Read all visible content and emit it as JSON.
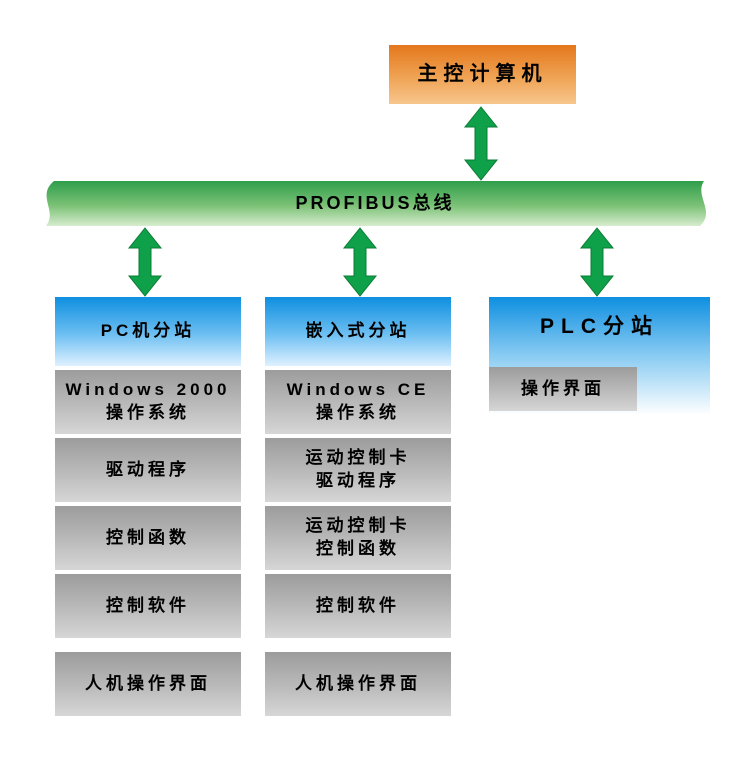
{
  "master": {
    "label": "主控计算机"
  },
  "bus": {
    "label": "PROFIBUS总线"
  },
  "columns": [
    {
      "header": "PC机分站",
      "items": [
        "Windows 2000\n操作系统",
        "驱动程序",
        "控制函数",
        "控制软件",
        "人机操作界面"
      ]
    },
    {
      "header": "嵌入式分站",
      "items": [
        "Windows CE\n操作系统",
        "运动控制卡\n驱动程序",
        "运动控制卡\n控制函数",
        "控制软件",
        "人机操作界面"
      ]
    },
    {
      "header": "PLC分站",
      "items": [
        "操作界面"
      ]
    }
  ],
  "colors": {
    "master_orange_top": "#e4771c",
    "master_orange_bottom": "#f7c68d",
    "bus_green_top": "#2f9e4b",
    "bus_green_bottom": "#d6ecce",
    "arrow_green": "#0fa149",
    "station_blue_top": "#0e8fe0",
    "station_blue_bottom": "#dff1ff",
    "module_gray_top": "#9c9c9c",
    "module_gray_bottom": "#d6d6d6"
  }
}
